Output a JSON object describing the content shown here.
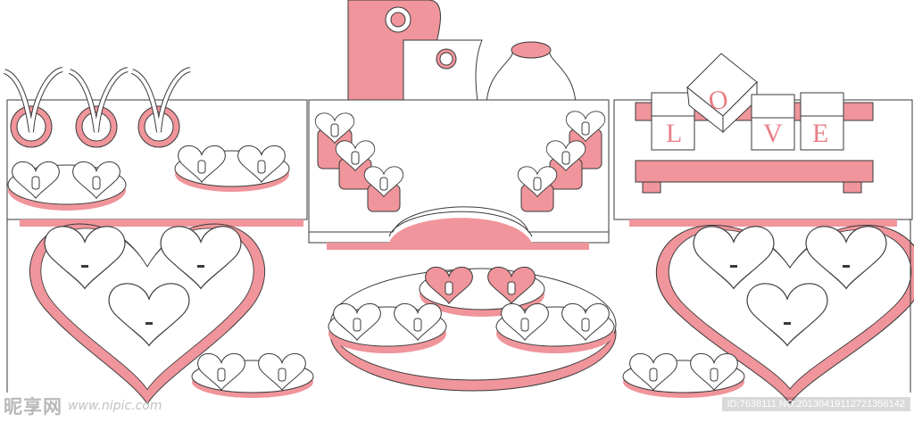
{
  "palette": {
    "pink": "#f0959b",
    "pink_dark": "#e27d84",
    "pink_light": "#f6b5b9",
    "line": "#3a3a3a",
    "fill": "#ffffff"
  },
  "love_sign": [
    "L",
    "O",
    "V",
    "E"
  ],
  "watermark": {
    "logo": "昵享网",
    "url": "www.nipic.com",
    "id_text": "ID:7638111 NO:20130419112721356142"
  }
}
